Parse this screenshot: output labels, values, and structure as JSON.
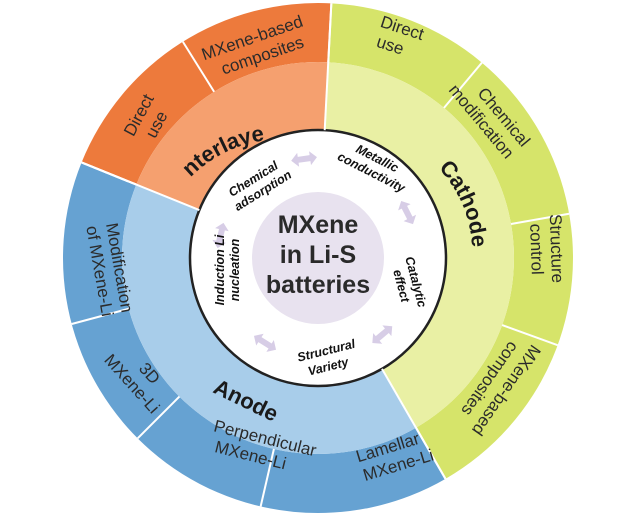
{
  "center": {
    "lines": [
      "MXene",
      "in Li-S",
      "batteries"
    ]
  },
  "sections": {
    "interlayer": {
      "label": "Interlayer",
      "color": "#ed7a3c",
      "inner_color": "#f5a06f"
    },
    "cathode": {
      "label": "Cathode",
      "color": "#d6e46a",
      "inner_color": "#e9f0a4"
    },
    "anode": {
      "label": "Anode",
      "color": "#66a2d2",
      "inner_color": "#a8cdea"
    }
  },
  "outer_items": {
    "interlayer_direct_use": [
      "Direct",
      "use"
    ],
    "interlayer_composites": [
      "MXene-based",
      "composites"
    ],
    "cathode_direct_use": [
      "Direct",
      "use"
    ],
    "cathode_chemical_modification": [
      "Chemical",
      "modification"
    ],
    "cathode_structure_control": [
      "Structure",
      "control"
    ],
    "cathode_composites": [
      "MXene-based",
      "composites"
    ],
    "anode_lamellar": [
      "Lamellar",
      "MXene-Li"
    ],
    "anode_perpendicular": [
      "Perpendicular",
      "MXene-Li"
    ],
    "anode_3d": [
      "3D",
      "MXene-Li"
    ],
    "anode_modification": [
      "Modification",
      "of MXene-Li"
    ]
  },
  "properties": {
    "chemical_adsorption": [
      "Chemical",
      "adsorption"
    ],
    "metallic_conductivity": [
      "Metallic",
      "conductivity"
    ],
    "catalytic_effect": [
      "Catalytic",
      "effect"
    ],
    "structural_variety": [
      "Structural",
      "Variety"
    ],
    "induction_nucleation": [
      "Induction Li",
      "nucleation"
    ]
  },
  "colors": {
    "center_fill": "#e8e2ef",
    "properties_ring": "#ffffff",
    "arrow": "#d7cde6",
    "divider": "#ffffff"
  }
}
